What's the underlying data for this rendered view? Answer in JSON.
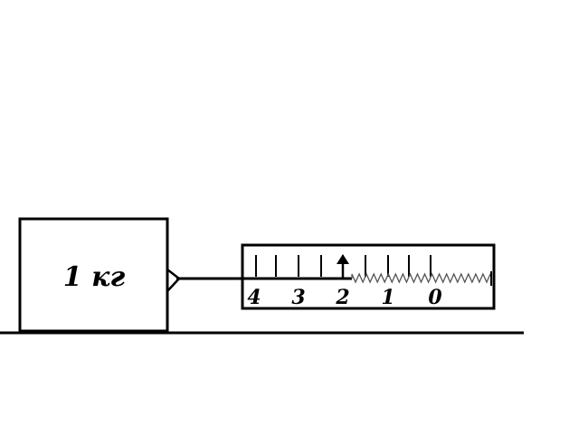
{
  "block": {
    "label": "1 кг"
  },
  "dynamometer": {
    "scale_numbers": [
      "4",
      "3",
      "2",
      "1",
      "0"
    ],
    "pointer_value": 2
  },
  "colors": {
    "ink": "#000000",
    "spring": "#555555",
    "background": "#ffffff"
  }
}
